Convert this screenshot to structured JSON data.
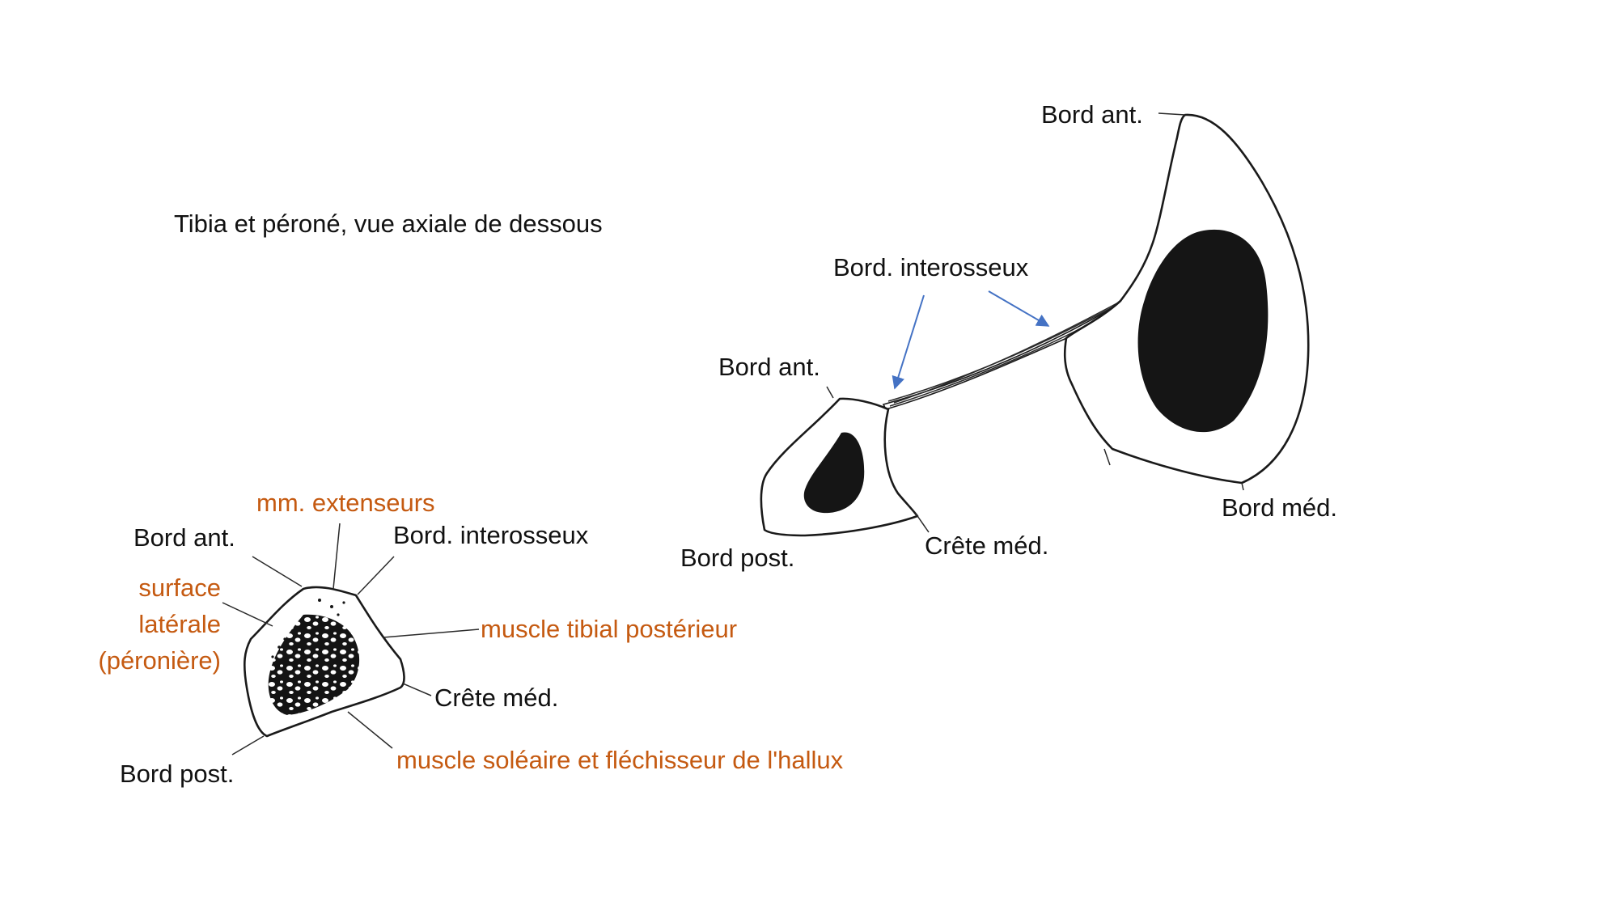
{
  "title": "Tibia et péroné, vue axiale de dessous",
  "main_figure": {
    "labels": {
      "tibia_bord_ant": "Bord ant.",
      "interosseous": "Bord. interosseux",
      "fibula_bord_ant": "Bord ant.",
      "tibia_bord_med": "Bord méd.",
      "fibula_crete_med": "Crête méd.",
      "fibula_bord_post": "Bord post."
    }
  },
  "fibula_detail": {
    "labels": {
      "mm_extenseurs": "mm. extenseurs",
      "bord_ant": "Bord ant.",
      "bord_interosseux": "Bord. interosseux",
      "surface_line1": "surface",
      "surface_line2": "latérale",
      "surface_line3": "(péronière)",
      "muscle_tibial": "muscle tibial postérieur",
      "crete_med": "Crête méd.",
      "muscle_soleaire": "muscle soléaire et fléchisseur de l'hallux",
      "bord_post": "Bord post."
    }
  },
  "colors": {
    "black_label": "#111111",
    "orange_label": "#c55a11",
    "arrow_blue": "#4472c4"
  }
}
